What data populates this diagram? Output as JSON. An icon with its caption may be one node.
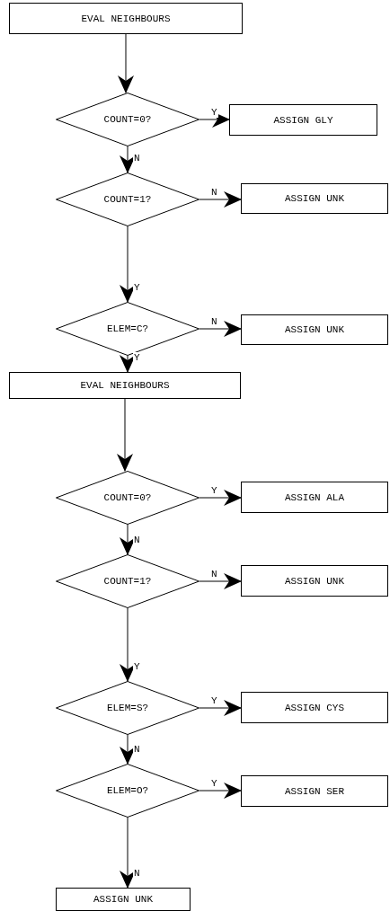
{
  "diagram": {
    "nodes": [
      {
        "text": [
          "EVAL NEIGHBOURS"
        ]
      },
      {
        "text": [
          "COUNT=0?"
        ]
      },
      {
        "text": [
          "ASSIGN GLY"
        ]
      },
      {
        "text": [
          "COUNT=1?"
        ]
      },
      {
        "text": [
          "ASSIGN UNK"
        ]
      },
      {
        "text": [
          "ELEM=C?"
        ]
      },
      {
        "text": [
          "ASSIGN UNK"
        ]
      },
      {
        "text": [
          "EVAL NEIGHBOURS"
        ]
      },
      {
        "text": [
          "COUNT=0?"
        ]
      },
      {
        "text": [
          "ASSIGN ALA"
        ]
      },
      {
        "text": [
          "COUNT=1?"
        ]
      },
      {
        "text": [
          "ASSIGN UNK"
        ]
      },
      {
        "text": [
          "ELEM=S?"
        ]
      },
      {
        "text": [
          "ASSIGN CYS"
        ]
      },
      {
        "text": [
          "ELEM=O?"
        ]
      },
      {
        "text": [
          "ASSIGN SER"
        ]
      },
      {
        "text": [
          "ASSIGN UNK"
        ]
      }
    ],
    "edges": [
      {
        "from": 0,
        "to": 1,
        "arrow": "to"
      },
      {
        "from": 1,
        "to": 2,
        "arrow": "to",
        "label": "Y"
      },
      {
        "from": 1,
        "to": 3,
        "arrow": "to",
        "label": "N"
      },
      {
        "from": 3,
        "to": 4,
        "arrow": "to",
        "label": "N"
      },
      {
        "from": 3,
        "to": 5,
        "arrow": "to",
        "label": "Y"
      },
      {
        "from": 5,
        "to": 6,
        "arrow": "to",
        "label": "N"
      },
      {
        "from": 5,
        "to": 7,
        "arrow": "to",
        "label": "Y"
      },
      {
        "from": 7,
        "to": 8,
        "arrow": "to"
      },
      {
        "from": 8,
        "to": 9,
        "arrow": "to",
        "label": "Y"
      },
      {
        "from": 8,
        "to": 10,
        "arrow": "to",
        "label": "N"
      },
      {
        "from": 10,
        "to": 11,
        "arrow": "to",
        "label": "N"
      },
      {
        "from": 10,
        "to": 12,
        "arrow": "to",
        "label": "Y"
      },
      {
        "from": 12,
        "to": 13,
        "arrow": "to",
        "label": "Y"
      },
      {
        "from": 12,
        "to": 14,
        "arrow": "to",
        "label": "N"
      },
      {
        "from": 14,
        "to": 15,
        "arrow": "to",
        "label": "Y"
      },
      {
        "from": 14,
        "to": 16,
        "arrow": "to",
        "label": "N"
      }
    ]
  }
}
